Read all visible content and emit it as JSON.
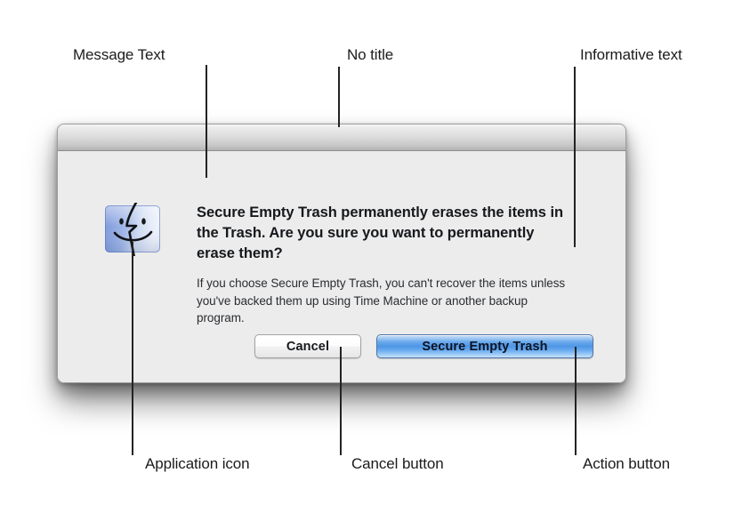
{
  "annotations": {
    "top": [
      {
        "label": "Message Text",
        "name": "annotation-message-text"
      },
      {
        "label": "No title",
        "name": "annotation-no-title"
      },
      {
        "label": "Informative text",
        "name": "annotation-informative-text"
      }
    ],
    "bottom": [
      {
        "label": "Application icon",
        "name": "annotation-application-icon"
      },
      {
        "label": "Cancel button",
        "name": "annotation-cancel-button"
      },
      {
        "label": "Action button",
        "name": "annotation-action-button"
      }
    ]
  },
  "dialog": {
    "title": "",
    "icon_name": "finder-app-icon",
    "message_text": "Secure Empty Trash permanently erases the items in the Trash. Are you sure you want to permanently erase them?",
    "informative_text": "If you choose Secure Empty Trash, you can't recover the items unless you've backed them up using Time Machine or another backup program.",
    "buttons": {
      "cancel_label": "Cancel",
      "action_label": "Secure Empty Trash"
    }
  },
  "colors": {
    "dialog_background": "#ececec",
    "titlebar_top": "#f4f4f4",
    "titlebar_bottom": "#b2b2b2",
    "default_button_blue": "#4e95e6",
    "icon_blue": "#7f9bdd",
    "annotation_text": "#1b1b1b",
    "leader_line": "#232323"
  }
}
